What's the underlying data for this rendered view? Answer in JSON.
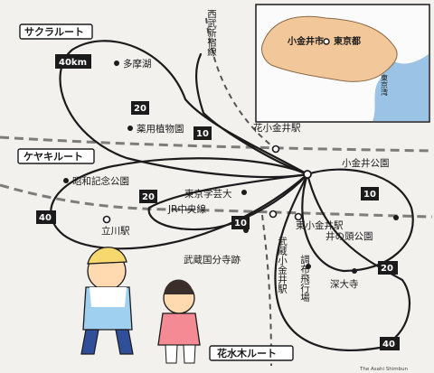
{
  "routes": {
    "sakura": "サクラルート",
    "keyaki": "ケヤキルート",
    "kasuiboku": "花水木ルート"
  },
  "distances": {
    "d40_top": "40km",
    "d20_a": "20",
    "d10_a": "10",
    "d20_b": "20",
    "d10_b": "10",
    "d40_left": "40",
    "d10_right": "10",
    "d20_right": "20",
    "d40_bottom": "40"
  },
  "places": {
    "tamako": "多摩湖",
    "yakuyo": "薬用植物園",
    "showa": "昭和記念公園",
    "gakugei": "東京学芸大",
    "jr_chuo": "JR中央線",
    "tachikawa": "立川駅",
    "kokubunji": "武蔵国分寺跡",
    "hanakoganei": "花小金井駅",
    "koganei_park": "小金井公園",
    "higashikoganei": "東小金井駅",
    "inokashira": "井の頭公園",
    "jindaiji": "深大寺",
    "chofu": "調布飛行場",
    "musashi_koganei": "武蔵小金井駅",
    "seibu": "西武新宿線"
  },
  "inset": {
    "koganei_city": "小金井市",
    "tokyo_to": "東京都",
    "tokyo_bay": "東京湾"
  },
  "credit": "The Asahi Shimbun",
  "colors": {
    "land": "#f2c79a",
    "bay": "#9bc3e6",
    "line": "#1b1b1b",
    "rail": "#7c7c7c"
  }
}
